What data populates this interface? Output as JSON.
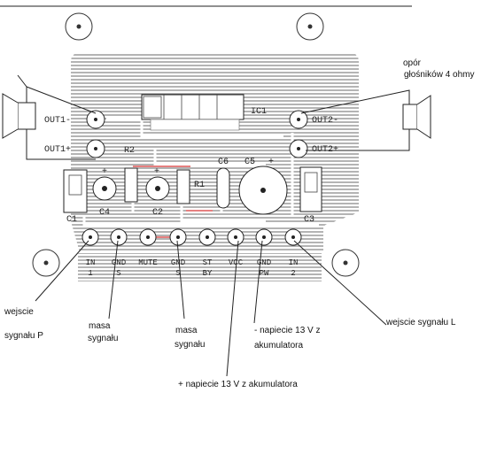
{
  "board": {
    "ic_label": "IC1",
    "out_labels": {
      "out1_minus": "OUT1-",
      "out1_plus": "OUT1+",
      "out2_minus": "OUT2-",
      "out2_plus": "OUT2+"
    },
    "component_labels": {
      "r2": "R2",
      "r1": "R1",
      "c6": "C6",
      "c5": "C5",
      "c1": "C1",
      "c4": "C4",
      "c2": "C2",
      "c3": "C3",
      "plus_c4": "+",
      "plus_c2": "+",
      "plus_c5": "+"
    },
    "pins": [
      {
        "top": "IN",
        "bottom": "1"
      },
      {
        "top": "GND",
        "bottom": "S"
      },
      {
        "top": "MUTE",
        "bottom": ""
      },
      {
        "top": "GND",
        "bottom": "S"
      },
      {
        "top": "ST",
        "bottom": "BY"
      },
      {
        "top": "VCC",
        "bottom": ""
      },
      {
        "top": "GND",
        "bottom": "PW"
      },
      {
        "top": "IN",
        "bottom": "2"
      }
    ]
  },
  "annotations": {
    "speaker_note_line1": "opór",
    "speaker_note_line2": "głośników 4 ohmy",
    "input_p_line1": "wejscie",
    "input_p_line2": "sygnału P",
    "gnd_s1_line1": "masa",
    "gnd_s1_line2": "sygnału",
    "gnd_s2_line1": "masa",
    "gnd_s2_line2": "sygnału",
    "minus_12v_line1": "- napiecie 13 V z",
    "minus_12v_line2": "akumulatora",
    "input_l": "wejscie sygnału L",
    "plus_12v": "+ napiecie 13 V z akumulatora"
  },
  "colors": {
    "trace": "#555555",
    "board_bg": "#ffffff",
    "accent_red": "#cc0000"
  }
}
